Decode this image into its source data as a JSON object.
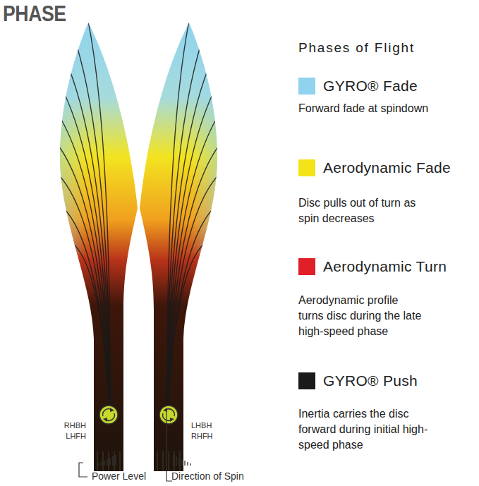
{
  "diagram": {
    "title": "PHASE",
    "labels": [
      "Phases of Flight",
      "Forward fade at spindown",
      "Disc pulls out of turn as spin decreases",
      "Aerodynamic profile turns disc during the late high-speed phase",
      "Inertia carries the disc forward during initial high-speed phase",
      "RHBH",
      "LHFH",
      "LHBH",
      "RHFH",
      "Power Level",
      "Direction of Spin"
    ],
    "legend": [
      {
        "text": "GYRO® Fade",
        "color": "#8fd3ef"
      },
      {
        "text": "Aerodynamic Fade",
        "color": "#f3e41a"
      },
      {
        "text": "Aerodynamic Turn",
        "color": "#e01f26"
      },
      {
        "text": "GYRO® Push",
        "color": "#1a1a1a"
      }
    ]
  }
}
